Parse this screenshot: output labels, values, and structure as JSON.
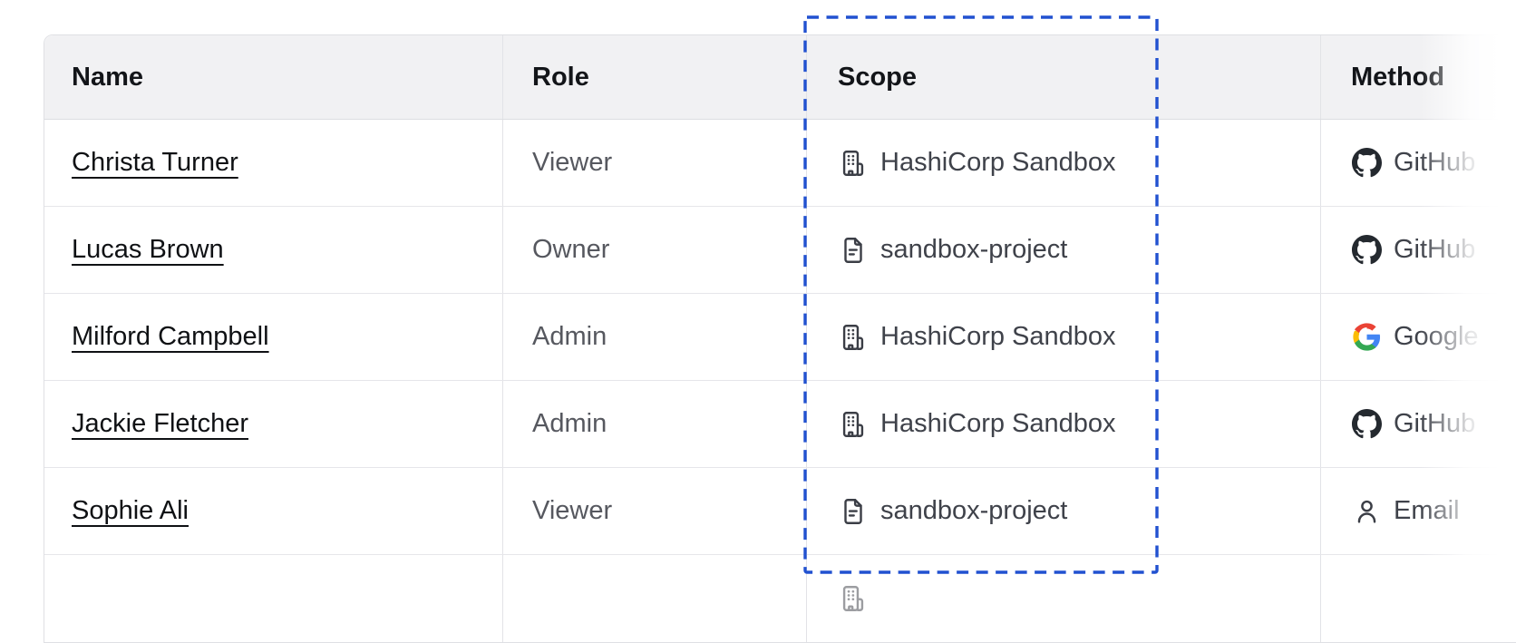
{
  "annotation": {
    "type": "dashed-highlight-box",
    "target": "scope-column",
    "color": "#2151d0"
  },
  "table": {
    "columns": [
      {
        "label": "Name"
      },
      {
        "label": "Role"
      },
      {
        "label": "Scope"
      },
      {
        "label": "Method"
      }
    ],
    "rows": [
      {
        "name": "Christa Turner",
        "role": "Viewer",
        "scope": {
          "icon": "org-icon",
          "label": "HashiCorp Sandbox"
        },
        "method": {
          "icon": "github-icon",
          "label": "GitHub"
        }
      },
      {
        "name": "Lucas Brown",
        "role": "Owner",
        "scope": {
          "icon": "file-icon",
          "label": "sandbox-project"
        },
        "method": {
          "icon": "github-icon",
          "label": "GitHub"
        }
      },
      {
        "name": "Milford Campbell",
        "role": "Admin",
        "scope": {
          "icon": "org-icon",
          "label": "HashiCorp Sandbox"
        },
        "method": {
          "icon": "google-icon",
          "label": "Google"
        }
      },
      {
        "name": "Jackie Fletcher",
        "role": "Admin",
        "scope": {
          "icon": "org-icon",
          "label": "HashiCorp Sandbox"
        },
        "method": {
          "icon": "github-icon",
          "label": "GitHub"
        }
      },
      {
        "name": "Sophie Ali",
        "role": "Viewer",
        "scope": {
          "icon": "file-icon",
          "label": "sandbox-project"
        },
        "method": {
          "icon": "user-icon",
          "label": "Email"
        }
      }
    ],
    "partial_row": {
      "scope_icon": "org-icon"
    }
  },
  "colors": {
    "header_bg": "#f1f1f3",
    "row_border": "#e6e6ea",
    "column_border": "#e2e3e7",
    "outer_border": "#dfe0e4",
    "header_text": "#131519",
    "name_text": "#0f1114",
    "role_text": "#56585f",
    "cell_text": "#3f424a",
    "icon_stroke": "#3b3e46",
    "github": "#24292f",
    "google_blue": "#4285F4",
    "google_green": "#34A853",
    "google_yellow": "#FBBC05",
    "google_red": "#EA4335"
  }
}
